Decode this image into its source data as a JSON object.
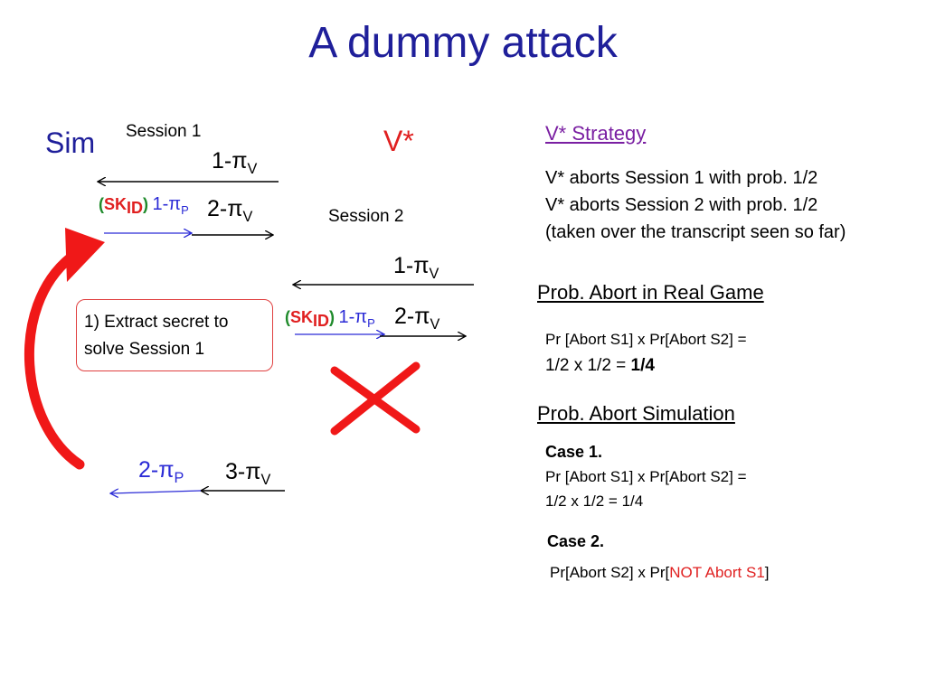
{
  "title": "A dummy attack",
  "parties": {
    "sim": "Sim",
    "vstar": "V*"
  },
  "sessions": {
    "s1": "Session 1",
    "s2": "Session 2"
  },
  "messages": {
    "one_pi_v_a": {
      "pre": "1-π",
      "sub": "V"
    },
    "two_pi_v_a": {
      "pre": "2-π",
      "sub": "V"
    },
    "sk_a": {
      "open": "(",
      "sk": "SK",
      "sub": "ID",
      "close": ")"
    },
    "one_pi_p_a": {
      "pre": "1-π",
      "sub": "P"
    },
    "one_pi_v_b": {
      "pre": "1-π",
      "sub": "V"
    },
    "sk_b": {
      "open": "(",
      "sk": "SK",
      "sub": "ID",
      "close": ")"
    },
    "one_pi_p_b": {
      "pre": "1-π",
      "sub": "P"
    },
    "two_pi_v_b": {
      "pre": "2-π",
      "sub": "V"
    },
    "two_pi_p": {
      "pre": "2-π",
      "sub": "P"
    },
    "three_pi_v": {
      "pre": "3-π",
      "sub": "V"
    }
  },
  "note": "1) Extract secret to solve Session 1",
  "strategy": {
    "heading": "V* Strategy",
    "lines": [
      "V* aborts Session 1 with prob. 1/2",
      "V* aborts Session 2 with prob. 1/2",
      "(taken over the transcript seen so far)"
    ]
  },
  "real_game": {
    "heading": "Prob.  Abort in  Real Game",
    "line1": "Pr [Abort S1] x Pr[Abort S2] =",
    "line2_pre": "1/2 x 1/2 = ",
    "line2_bold": "1/4"
  },
  "simulation": {
    "heading": "Prob. Abort Simulation",
    "case1_label": "Case 1.",
    "case1_line1": "Pr [Abort S1] x Pr[Abort S2] =",
    "case1_line2": "1/2 x 1/2 = 1/4",
    "case2_label": "Case 2.",
    "case2_pre": "Pr[Abort S2] x Pr[",
    "case2_red": "NOT Abort S1",
    "case2_post": "]"
  },
  "colors": {
    "title": "#1f1f9a",
    "accent_red": "#e02020",
    "blue": "#2b2bd6",
    "green": "#1e8a2a",
    "purple": "#7a1fa2"
  }
}
